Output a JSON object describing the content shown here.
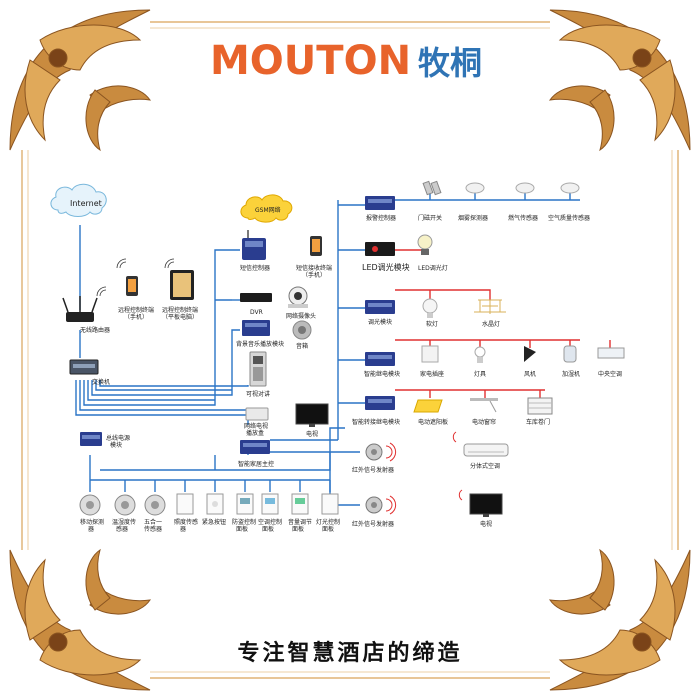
{
  "brand": {
    "name_en": "MOUTON",
    "name_cn": "牧桐",
    "color": "#e8632b",
    "color_cn": "#2f74b5"
  },
  "slogan": "专注智慧酒店的缔造",
  "colors": {
    "wire_blue": "#2a74c6",
    "wire_red": "#e03030",
    "device_dark": "#2a3d8f",
    "frame": "#c48a3c"
  },
  "labels": {
    "internet": "Internet",
    "gsm": "GSM网络",
    "router": "无线路由器",
    "switch": "交换机",
    "remote_phone": "远程控制终端\n（手机）",
    "remote_tablet": "远程控制终端\n（平板电脑）",
    "sms_ctrl": "短信控制器",
    "sms_recv": "短信接收终端\n（手机）",
    "dvr": "DVR",
    "camera": "网络摄像头",
    "bgm_module": "背景音乐播放模块",
    "speaker": "音箱",
    "intercom": "可视对讲",
    "net_tv_box": "网络电视\n播放盒",
    "tv1": "电视",
    "alarm_ctrl": "报警控制器",
    "door_switch": "门磁开关",
    "smoke": "烟雾探测器",
    "gas": "燃气传感器",
    "air": "空气质量传感器",
    "led_module": "LED调光模块",
    "led_lamp": "LED调光灯",
    "dim_module": "调光模块",
    "soft_lamp": "软灯",
    "crystal": "水晶灯",
    "relay_module": "智能继电模块",
    "socket": "家电插座",
    "lamp": "灯具",
    "fan": "风机",
    "humidifier": "加湿机",
    "central_ac": "中央空调",
    "curtain_module": "智能转接继电模块",
    "e_screen": "电动遮阳板",
    "e_curtain": "电动窗帘",
    "garage": "车库卷门",
    "bus_power": "总线电源\n模块",
    "host": "智能家居主控",
    "ir1": "红外信号发射器",
    "ir2": "红外信号发射器",
    "split_ac": "分体式空调",
    "tv2": "电视",
    "s_motion": "移动探测\n器",
    "s_temp": "温湿度传\n感器",
    "s_five": "五合一\n传感器",
    "p_lux": "照度传感\n器",
    "p_emerg": "紧急按钮",
    "p_guard": "防盗控制\n面板",
    "p_ac": "空调控制\n面板",
    "p_volume": "音量调节\n面板",
    "p_light": "灯光控制\n面板"
  }
}
